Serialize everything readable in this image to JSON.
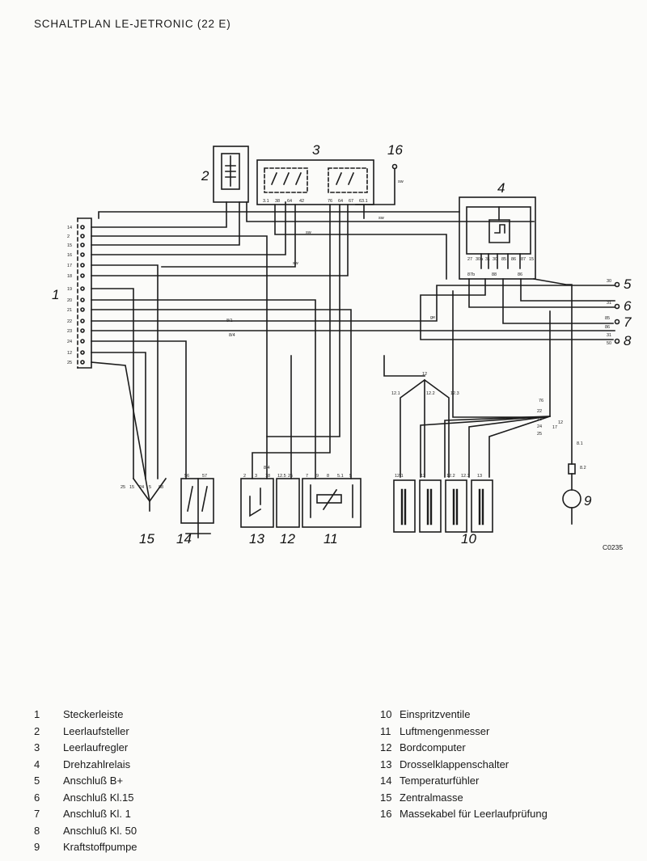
{
  "title": "SCHALTPLAN LE-JETRONIC (22 E)",
  "diagram": {
    "code": "C0235",
    "component_numbers": [
      "1",
      "2",
      "3",
      "4",
      "5",
      "6",
      "7",
      "8",
      "9",
      "10",
      "11",
      "12",
      "13",
      "14",
      "15",
      "16"
    ],
    "pin_labels": {
      "connector_1": [
        "14",
        "2",
        "15",
        "16",
        "17",
        "18",
        "19",
        "20",
        "21",
        "22",
        "23",
        "24",
        "12",
        "25"
      ],
      "unit_3": [
        "3.1",
        "38",
        "64",
        "42",
        "76",
        "64",
        "67",
        "63.1"
      ],
      "unit_4": [
        "27",
        "30a",
        "31",
        "30",
        "85",
        "86",
        "87",
        "15",
        "87b",
        "88",
        "86"
      ],
      "bottom": [
        "25",
        "15",
        "24",
        "5",
        "88",
        "56",
        "57",
        "2",
        "3",
        "18",
        "12.5",
        "25",
        "7",
        "9",
        "8",
        "5.1",
        "5",
        "12.1",
        "12",
        "12.2",
        "12.3",
        "13"
      ]
    },
    "wire_labels": [
      "sw",
      "sw",
      "sw",
      "sw",
      "ge",
      "8/1",
      "8/4",
      "12",
      "12.1",
      "12.2",
      "12.3",
      "76",
      "22",
      "23",
      "24",
      "25",
      "30",
      "31",
      "85",
      "86",
      "31",
      "50",
      "8.1",
      "8.2",
      "8.4",
      "17",
      "12"
    ]
  },
  "legend": {
    "left": [
      {
        "num": "1",
        "text": "Steckerleiste"
      },
      {
        "num": "2",
        "text": "Leerlaufsteller"
      },
      {
        "num": "3",
        "text": "Leerlaufregler"
      },
      {
        "num": "4",
        "text": "Drehzahlrelais"
      },
      {
        "num": "5",
        "text": "Anschluß B+"
      },
      {
        "num": "6",
        "text": "Anschluß Kl.15"
      },
      {
        "num": "7",
        "text": "Anschluß Kl. 1"
      },
      {
        "num": "8",
        "text": "Anschluß Kl. 50"
      },
      {
        "num": "9",
        "text": "Kraftstoffpumpe"
      }
    ],
    "right": [
      {
        "num": "10",
        "text": "Einspritzventile"
      },
      {
        "num": "11",
        "text": "Luftmengenmesser"
      },
      {
        "num": "12",
        "text": "Bordcomputer"
      },
      {
        "num": "13",
        "text": "Drosselklappenschalter"
      },
      {
        "num": "14",
        "text": "Temperaturfühler"
      },
      {
        "num": "15",
        "text": "Zentralmasse"
      },
      {
        "num": "16",
        "text": "Massekabel für Leerlaufprüfung"
      }
    ]
  }
}
